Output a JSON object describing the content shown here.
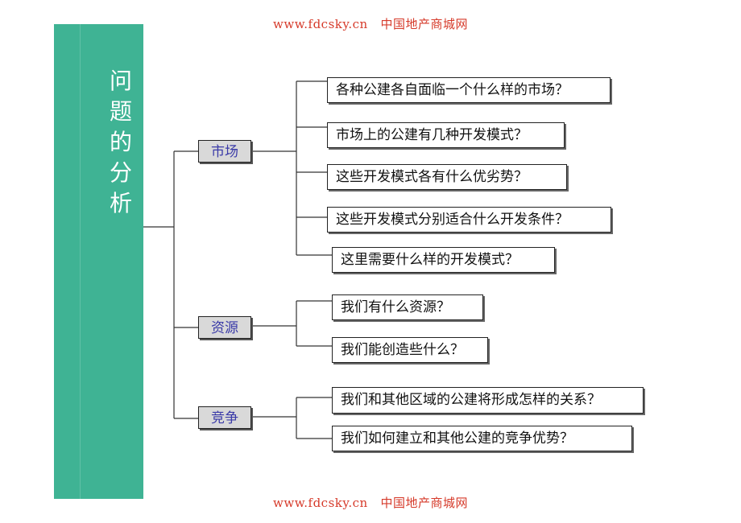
{
  "watermark": {
    "top": "www.fdcsky.cn   中国地产商城网",
    "bottom": "www.fdcsky.cn   中国地产商城网"
  },
  "sidebar": {
    "title_chars": [
      "问",
      "题",
      "的",
      "分",
      "析"
    ],
    "color": "#3fb394"
  },
  "categories": [
    {
      "label": "市场"
    },
    {
      "label": "资源"
    },
    {
      "label": "竞争"
    }
  ],
  "questions": {
    "market": [
      "各种公建各自面临一个什么样的市场？",
      "市场上的公建有几种开发模式？",
      "这些开发模式各有什么优劣势？",
      "这些开发模式分别适合什么开发条件？",
      "这里需要什么样的开发模式？"
    ],
    "resource": [
      "我们有什么资源？",
      "我们能创造些什么？"
    ],
    "competition": [
      "我们和其他区域的公建将形成怎样的关系？",
      "我们如何建立和其他公建的竞争优势？"
    ]
  }
}
